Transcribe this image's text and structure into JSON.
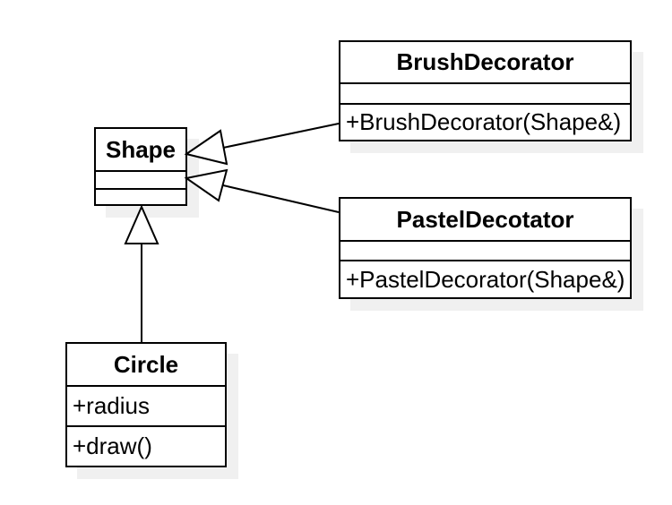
{
  "diagram": {
    "kind": "uml-class-diagram",
    "classes": {
      "shape": {
        "name": "Shape",
        "attributes": [],
        "methods": []
      },
      "brush_decorator": {
        "name": "BrushDecorator",
        "attributes": [],
        "methods": [
          "+BrushDecorator(Shape&)"
        ]
      },
      "pastel_decorator": {
        "name": "PastelDecotator",
        "attributes": [],
        "methods": [
          "+PastelDecorator(Shape&)"
        ]
      },
      "circle": {
        "name": "Circle",
        "attributes": [
          "+radius"
        ],
        "methods": [
          "+draw()"
        ]
      }
    },
    "relations": [
      {
        "from": "BrushDecorator",
        "to": "Shape",
        "type": "inheritance"
      },
      {
        "from": "PastelDecotator",
        "to": "Shape",
        "type": "inheritance"
      },
      {
        "from": "Circle",
        "to": "Shape",
        "type": "inheritance"
      }
    ]
  },
  "colors": {
    "stroke": "#000000",
    "fill": "#ffffff",
    "shadow": "#f0f0f0",
    "text": "#000000"
  }
}
